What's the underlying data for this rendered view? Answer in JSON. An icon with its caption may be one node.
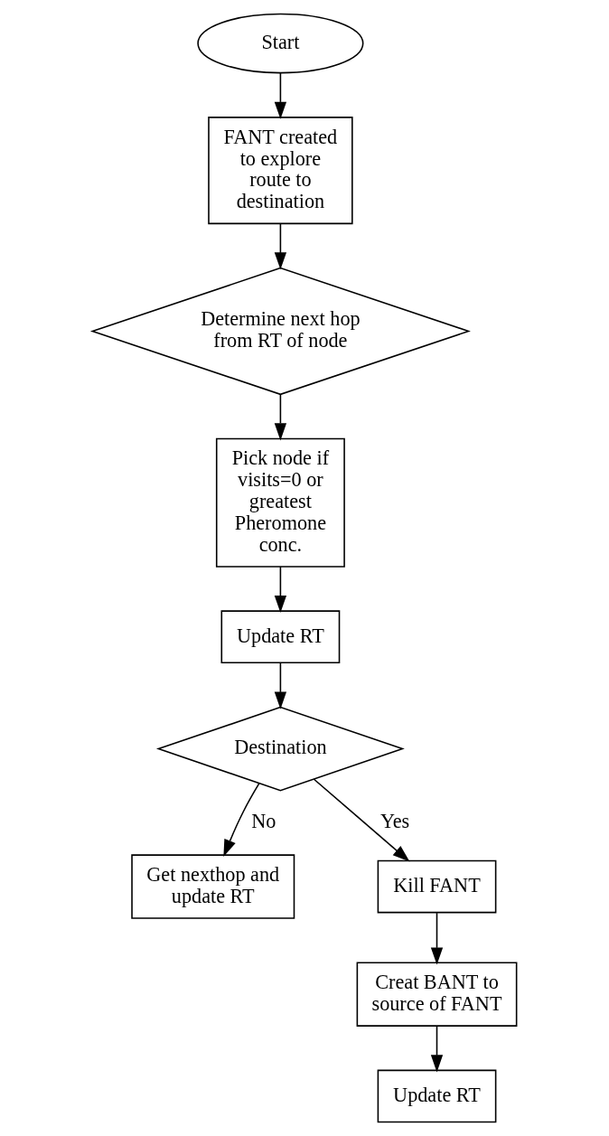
{
  "diagram": {
    "nodes": [
      {
        "text": [
          "Start"
        ]
      },
      {
        "text": [
          "FANT created to explore route to destination"
        ]
      },
      {
        "text": [
          "Determine next hop from RT of node"
        ]
      },
      {
        "text": [
          "Pick node if visits=0 or greatest Pheromone conc."
        ]
      },
      {
        "text": [
          "Update RT"
        ]
      },
      {
        "text": [
          "Destination"
        ]
      },
      {
        "text": [
          "Get nexthop and update RT"
        ]
      },
      {
        "text": [
          "Kill FANT"
        ]
      },
      {
        "text": [
          "Creat BANT to source of FANT"
        ]
      },
      {
        "text": [
          "Update RT"
        ]
      }
    ],
    "edges": [
      {
        "from": 0,
        "to": 1,
        "arrow": "to"
      },
      {
        "from": 1,
        "to": 2,
        "arrow": "to"
      },
      {
        "from": 2,
        "to": 3,
        "arrow": "to"
      },
      {
        "from": 3,
        "to": 4,
        "arrow": "to"
      },
      {
        "from": 4,
        "to": 5,
        "arrow": "to"
      },
      {
        "from": 5,
        "to": 6,
        "arrow": "to",
        "label": "No"
      },
      {
        "from": 5,
        "to": 7,
        "arrow": "to",
        "label": "Yes"
      },
      {
        "from": 7,
        "to": 8,
        "arrow": "to"
      },
      {
        "from": 8,
        "to": 9,
        "arrow": "to"
      }
    ]
  }
}
